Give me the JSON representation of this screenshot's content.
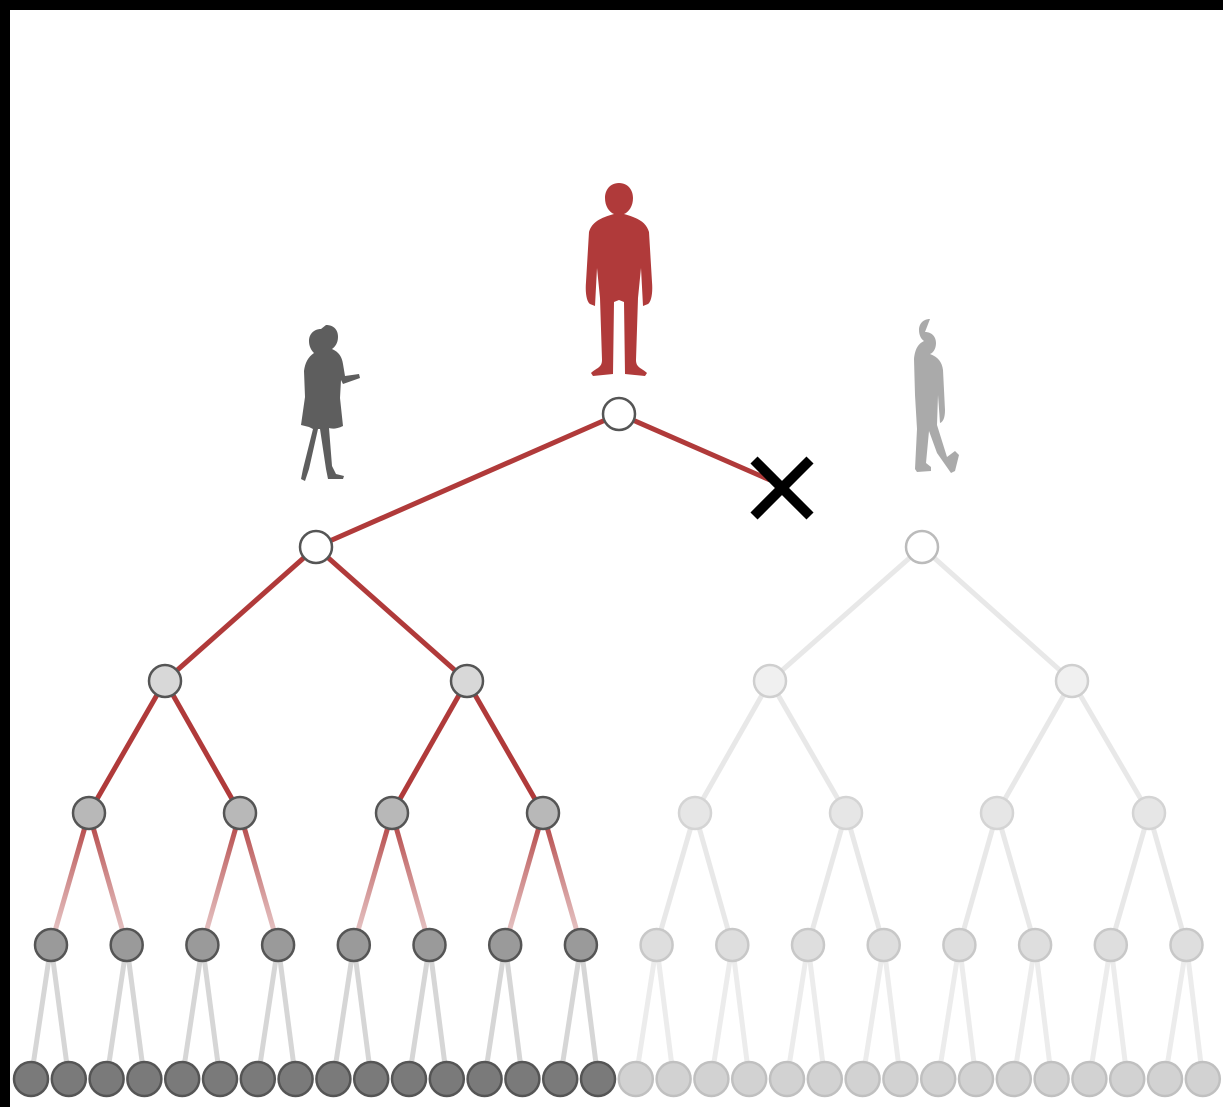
{
  "diagram": {
    "type": "lineage-tree",
    "generations": 6,
    "colors": {
      "background_frame": "#000000",
      "canvas": "#ffffff",
      "lineage_active": "#b03a3a",
      "lineage_inactive": "#e8e8e8",
      "figure_root": "#b03a3a",
      "figure_female": "#5e5e5e",
      "figure_male_inactive": "#aaaaaa",
      "break_mark": "#000000",
      "node_top": "#ffffff",
      "node_gen1": "#d8d8d8",
      "node_gen2": "#b8b8b8",
      "node_gen3": "#9a9a9a",
      "node_gen4": "#7a7a7a",
      "node_inactive_gen1": "#f0f0f0",
      "node_inactive_gen2": "#e6e6e6",
      "node_inactive_gen3": "#dedede",
      "node_inactive_gen4": "#d2d2d2"
    },
    "figures": [
      {
        "role": "root-ancestor",
        "icon": "standing-man-icon"
      },
      {
        "role": "left-branch-parent",
        "icon": "walking-woman-icon"
      },
      {
        "role": "right-branch-parent",
        "icon": "walking-man-icon",
        "status": "lineage broken"
      }
    ],
    "break_marker": "x-mark-icon"
  }
}
